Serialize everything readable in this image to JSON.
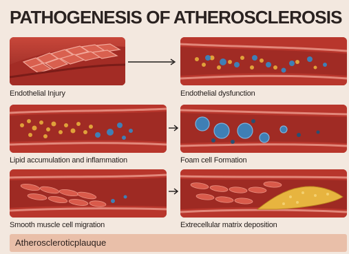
{
  "title": "PATHOGENESIS OF ATHEROSCLEROSIS",
  "stages": [
    {
      "label": "Endothelial Injury"
    },
    {
      "label": "Endothelial dysfunction"
    },
    {
      "label": "Lipid accumulation and inflammation"
    },
    {
      "label": "Foam cell Formation"
    },
    {
      "label": "Smooth muscle cell migration"
    },
    {
      "label": "Extrecellular matrix deposition"
    }
  ],
  "footer": "Atheroscleroticplauque",
  "colors": {
    "vessel": "#b8362c",
    "vessel_dark": "#8f2320",
    "lipid": "#e0a13a",
    "monocyte": "#3f7fb5",
    "plaque": "#e7b43f",
    "footer_bg": "#e9bfa9"
  }
}
